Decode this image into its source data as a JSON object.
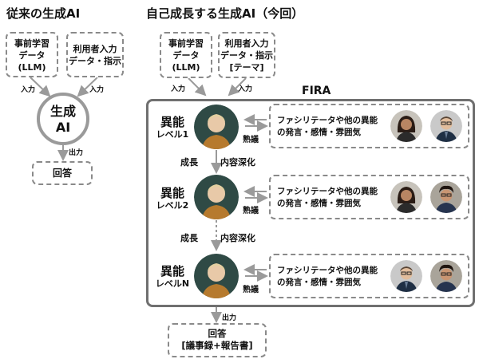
{
  "left": {
    "title": "従来の生成AI",
    "pretrain": {
      "line1": "事前学習",
      "line2": "データ",
      "line3": "(LLM)"
    },
    "user_input": {
      "line1": "利用者入力",
      "line2": "データ・指示"
    },
    "input_label_1": "入力",
    "input_label_2": "入力",
    "ai": {
      "line1": "生成",
      "line2": "AI"
    },
    "output_label": "出力",
    "answer": "回答"
  },
  "right": {
    "title": "自己成長する生成AI（今回）",
    "pretrain": {
      "line1": "事前学習",
      "line2": "データ",
      "line3": "(LLM)"
    },
    "user_input": {
      "line1": "利用者入力",
      "line2": "データ・指示",
      "line3": "[テーマ]"
    },
    "input_label_1": "入力",
    "input_label_2": "入力",
    "fira_label": "FIRA",
    "levels": [
      {
        "big": "異能",
        "small": "レベル1",
        "discussion": "熟議",
        "panel": {
          "line1": "ファシリテータや他の異能",
          "line2": "の発言・感情・雰囲気"
        }
      },
      {
        "big": "異能",
        "small": "レベル2",
        "discussion": "熟議",
        "panel": {
          "line1": "ファシリテータや他の異能",
          "line2": "の発言・感情・雰囲気"
        }
      },
      {
        "big": "異能",
        "small": "レベルN",
        "discussion": "熟議",
        "panel": {
          "line1": "ファシリテータや他の異能",
          "line2": "の発言・感情・雰囲気"
        }
      }
    ],
    "growth": [
      {
        "a": "成長",
        "b": "内容深化"
      },
      {
        "a": "成長",
        "b": "内容深化"
      }
    ],
    "output_label": "出力",
    "answer": {
      "line1": "回答",
      "line2": "[議事録+報告書]"
    }
  },
  "colors": {
    "border": "#8a8a8a",
    "fira_border": "#707070",
    "arrow": "#9a9a9a",
    "avatar_bg": "#2f4a45"
  }
}
